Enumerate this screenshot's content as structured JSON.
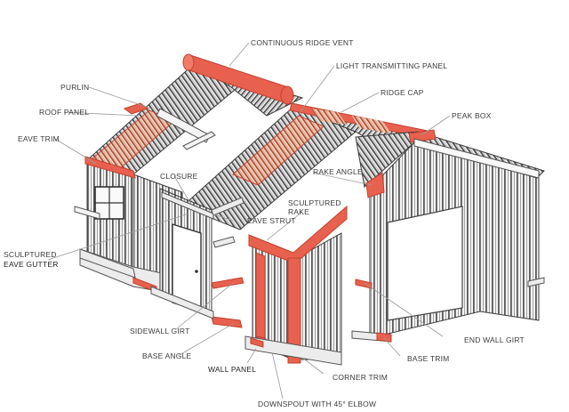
{
  "diagram": {
    "colors": {
      "accent": "#e8614e",
      "accent_dark": "#c2412e",
      "panel_light": "#d9d9d9",
      "panel_dark": "#4a4a4a",
      "line": "#3c3c3c",
      "leader": "#9a9a9a"
    },
    "labels": {
      "continuous_ridge_vent": "CONTINUOUS RIDGE VENT",
      "light_transmitting_panel": "LIGHT TRANSMITTING PANEL",
      "purlin": "PURLIN",
      "ridge_cap": "RIDGE CAP",
      "roof_panel": "ROOF PANEL",
      "peak_box": "PEAK BOX",
      "eave_trim": "EAVE TRIM",
      "closure": "CLOSURE",
      "rake_angle": "RAKE ANGLE",
      "eave_strut": "EAVE STRUT",
      "sculptured_rake_1": "SCULPTURED",
      "sculptured_rake_2": "RAKE",
      "sculptured_eave_1": "SCULPTURED",
      "sculptured_eave_2": "EAVE GUTTER",
      "sidewall_girt": "SIDEWALL GIRT",
      "end_wall_girt": "END WALL GIRT",
      "base_angle": "BASE ANGLE",
      "base_trim": "BASE TRIM",
      "wall_panel": "WALL PANEL",
      "corner_trim": "CORNER TRIM",
      "downspout": "DOWNSPOUT WITH 45° ELBOW"
    }
  }
}
